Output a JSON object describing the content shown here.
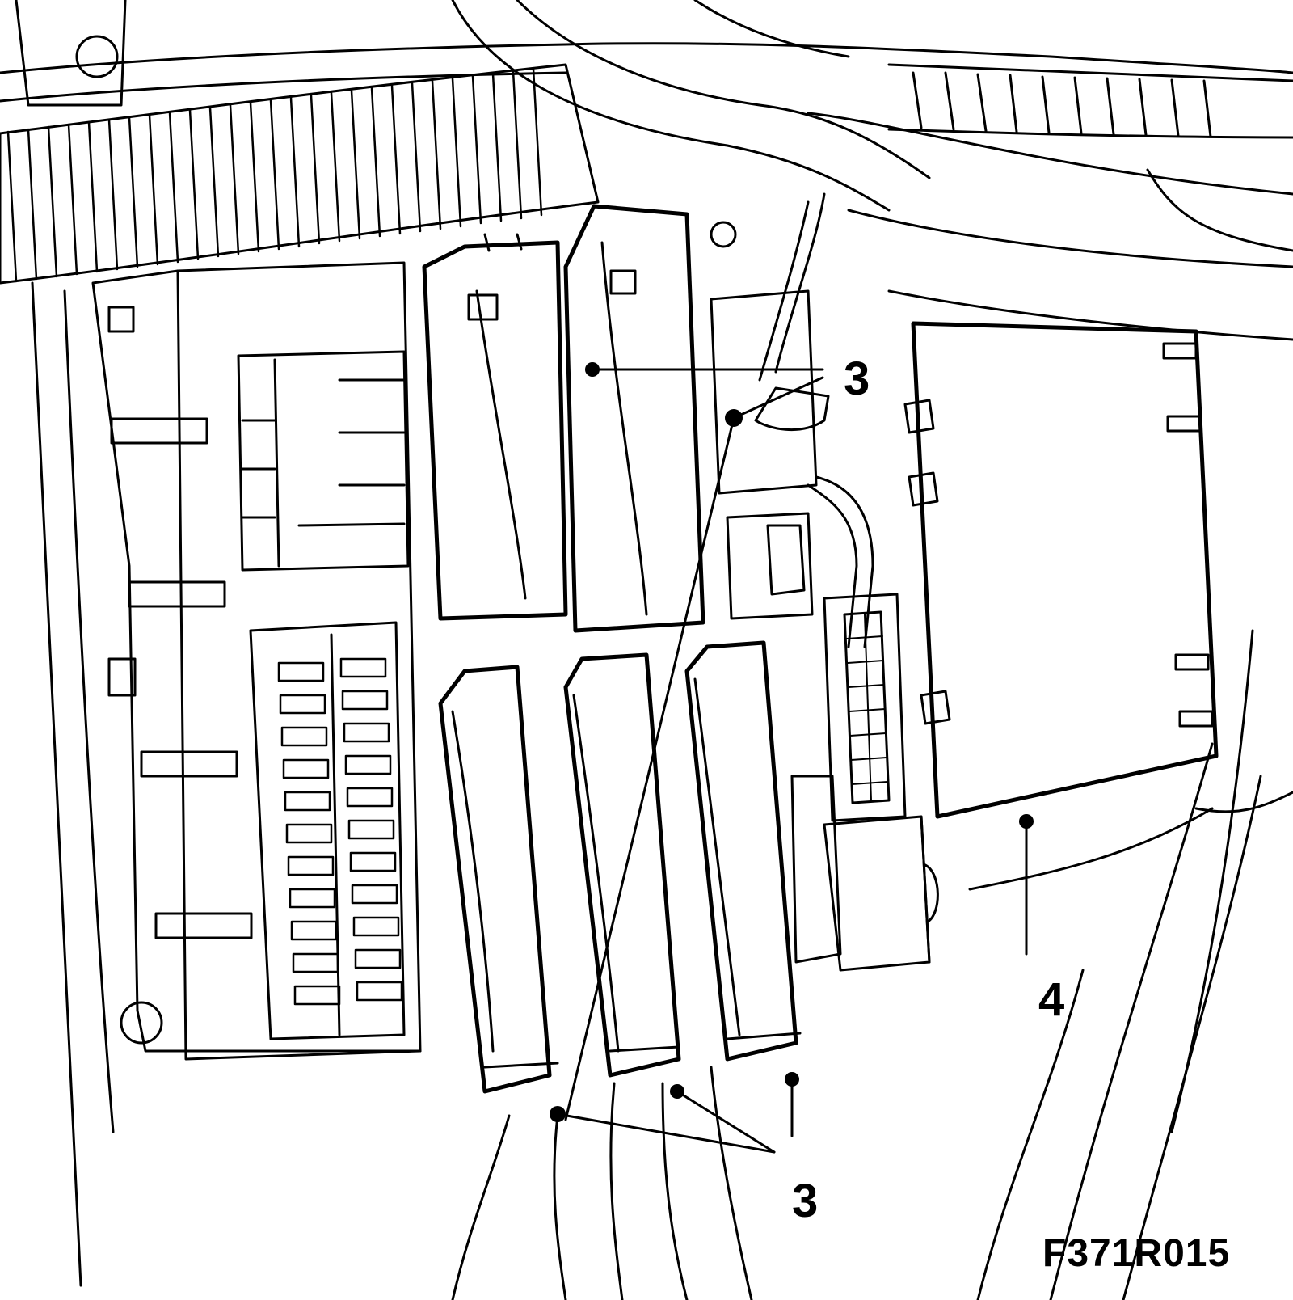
{
  "callouts": {
    "top_label": "3",
    "right_label": "4",
    "bottom_label": "3"
  },
  "figure_code": "F371R015",
  "colors": {
    "line": "#000000",
    "background": "#ffffff"
  }
}
